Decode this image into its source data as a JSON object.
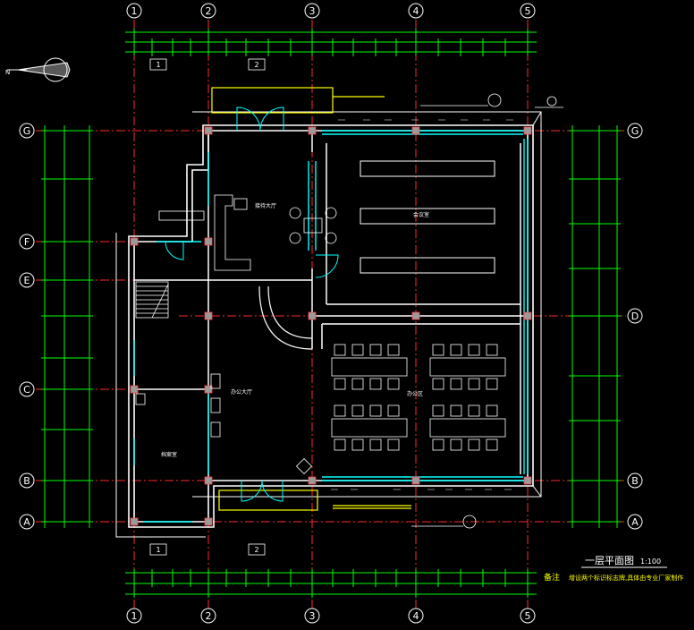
{
  "drawing": {
    "title": "一层平面图",
    "scale": "1:100",
    "note_label": "备注",
    "note_text": "增设两个标识标志牌,具体由专业厂家制作",
    "colors": {
      "background": "#000000",
      "wall": "#ffffff",
      "axis": "#ff2a2a",
      "dimension": "#00ff00",
      "window": "#00ffff",
      "accent": "#ffff00",
      "column": "#b0b0b0"
    }
  },
  "axes": {
    "vertical": [
      "1",
      "2",
      "3",
      "4",
      "5"
    ],
    "horizontal": [
      "G",
      "F",
      "E",
      "D",
      "C",
      "B",
      "A"
    ]
  },
  "rooms": {
    "reception": "接待大厅",
    "conference": "会议室",
    "office_hall": "办公大厅",
    "work_area": "办公区",
    "records": "档案室"
  },
  "labels": {
    "tag_room_1": "1",
    "tag_room_2": "2",
    "north_mark": "N"
  }
}
